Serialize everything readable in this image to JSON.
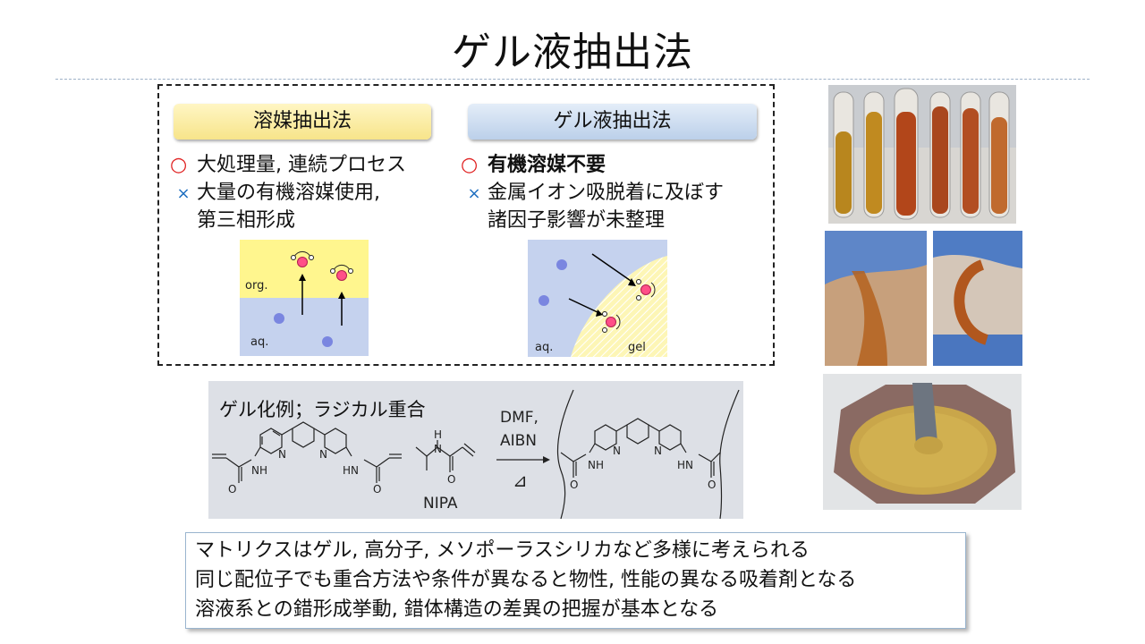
{
  "title": "ゲル液抽出法",
  "solvent": {
    "header": "溶媒抽出法",
    "pro_mark": "○",
    "pro": "大処理量, 連続プロセス",
    "con_mark": "×",
    "con_line1": "大量の有機溶媒使用,",
    "con_line2": "第三相形成",
    "label_org": "org.",
    "label_aq": "aq."
  },
  "gel": {
    "header": "ゲル液抽出法",
    "pro_mark": "○",
    "pro": "有機溶媒不要",
    "con_mark": "×",
    "con_line1": "金属イオン吸脱着に及ぼす",
    "con_line2": "諸因子影響が未整理",
    "label_aq": "aq.",
    "label_gel": "gel"
  },
  "reaction": {
    "title": "ゲル化例；ラジカル重合",
    "reagent1": "DMF,",
    "reagent2": "AIBN",
    "heat": "⊿",
    "monomer": "NIPA",
    "nh": "NH",
    "hn": "HN",
    "n": "N",
    "h": "H",
    "o": "O"
  },
  "summary": {
    "line1": "マトリクスはゲル, 高分子, メソポーラスシリカなど多様に考えられる",
    "line2": "同じ配位子でも重合方法や条件が異なると物性, 性能の異なる吸着剤となる",
    "line3": "溶液系との錯形成挙動, 錯体構造の差異の把握が基本となる"
  },
  "colors": {
    "org_phase": "#fff68e",
    "aq_phase": "#c5d2ee",
    "metal_ion": "#ff4f88",
    "blue_ion": "#7a86e0",
    "pro_mark": "#e02020",
    "con_mark": "#1f6fc0"
  }
}
